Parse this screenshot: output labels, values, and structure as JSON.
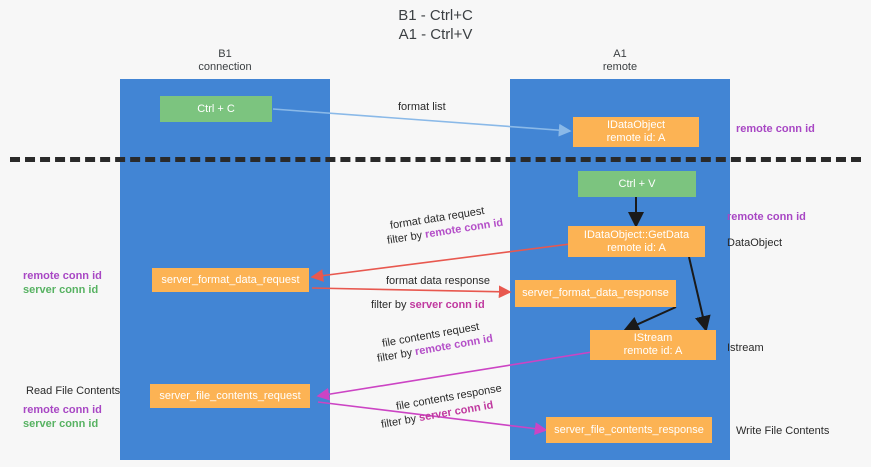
{
  "title": "B1 - Ctrl+C\nA1 - Ctrl+V",
  "lanes": [
    {
      "id": "b1",
      "header": "B1\nconnection"
    },
    {
      "id": "a1",
      "header": "A1\nremote"
    }
  ],
  "nodes": [
    {
      "id": "ctrl-c",
      "label": "Ctrl + C",
      "color": "#7cc47f"
    },
    {
      "id": "idataobject",
      "label": "IDataObject\nremote id: A",
      "color": "#fcb354"
    },
    {
      "id": "ctrl-v",
      "label": "Ctrl + V",
      "color": "#7cc47f"
    },
    {
      "id": "idataobject-getdata",
      "label": "IDataObject::GetData\nremote id: A",
      "color": "#fcb354"
    },
    {
      "id": "server-format-data-request",
      "label": "server_format_data_request",
      "color": "#fcb354"
    },
    {
      "id": "server-format-data-response",
      "label": "server_format_data_response",
      "color": "#fcb354"
    },
    {
      "id": "istream",
      "label": "IStream\nremote id: A",
      "color": "#fcb354"
    },
    {
      "id": "server-file-contents-request",
      "label": "server_file_contents_request",
      "color": "#fcb354"
    },
    {
      "id": "server-file-contents-response",
      "label": "server_file_contents_response",
      "color": "#fcb354"
    }
  ],
  "edge_labels": {
    "format_list": "format list",
    "format_data_request": "format data request",
    "format_data_request_filter_prefix": "filter by ",
    "format_data_request_filter_value": "remote conn id",
    "format_data_response": "format data response",
    "format_data_response_filter_prefix": "filter by ",
    "format_data_response_filter_value": "server conn id",
    "file_contents_request": "file contents request",
    "file_contents_request_filter_prefix": "filter by ",
    "file_contents_request_filter_value": "remote conn id",
    "file_contents_response": "file contents response",
    "file_contents_response_filter_prefix": "filter by ",
    "file_contents_response_filter_value": "server conn id"
  },
  "right_labels": {
    "remote_conn_id_top": "remote conn id",
    "remote_conn_id_mid": "remote conn id",
    "dataobject": "DataObject",
    "istream": "Istream",
    "write_file_contents": "Write File Contents"
  },
  "left_labels": {
    "remote_conn_id_mid": "remote conn id",
    "server_conn_id_mid": "server conn id",
    "read_file_contents": "Read File Contents",
    "remote_conn_id_bottom": "remote conn id",
    "server_conn_id_bottom": "server conn id"
  },
  "colors": {
    "lane": "#4285d4",
    "green_node": "#7cc47f",
    "orange_node": "#fcb354",
    "divider": "#2a2a2a",
    "arrow_format_list": "#8ab9e8",
    "arrow_format_data": "#e8584f",
    "arrow_file_contents": "#cc44c4",
    "arrow_internal": "#1a1a1a",
    "accent_purple": "#a847c4",
    "accent_green": "#57b262",
    "accent_pink": "#c0399f"
  }
}
